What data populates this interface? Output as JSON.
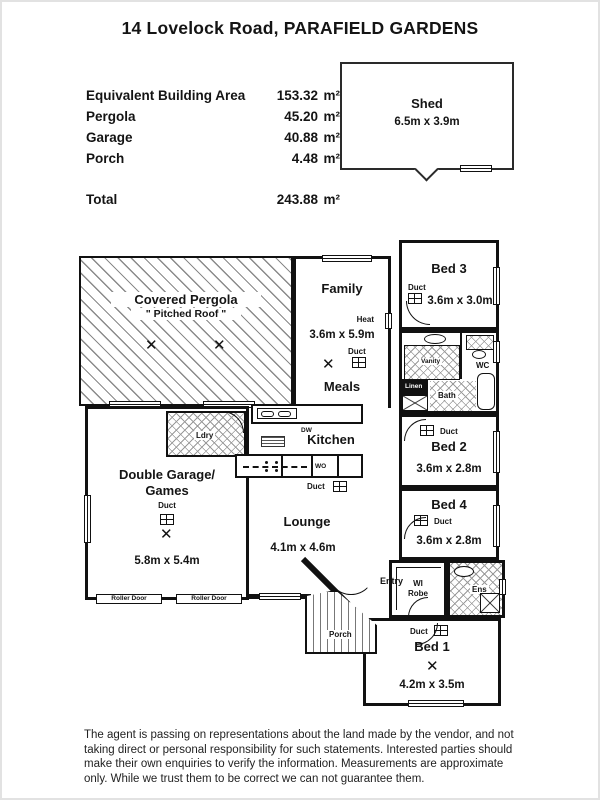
{
  "title": "14 Lovelock Road, PARAFIELD GARDENS",
  "area_table": {
    "rows": [
      {
        "label": "Equivalent Building Area",
        "value": "153.32",
        "unit": "m²"
      },
      {
        "label": "Pergola",
        "value": "45.20",
        "unit": "m²"
      },
      {
        "label": "Garage",
        "value": "40.88",
        "unit": "m²"
      },
      {
        "label": "Porch",
        "value": "4.48",
        "unit": "m²"
      }
    ],
    "total_label": "Total",
    "total_value": "243.88",
    "total_unit": "m²"
  },
  "shed": {
    "name": "Shed",
    "dims": "6.5m x 3.9m"
  },
  "rooms": {
    "pergola": {
      "name": "Covered Pergola",
      "subtitle": "\" Pitched Roof \""
    },
    "family": {
      "name": "Family",
      "dims": "3.6m x 5.9m"
    },
    "meals": {
      "name": "Meals"
    },
    "bed3": {
      "name": "Bed 3",
      "dims": "3.6m x 3.0m"
    },
    "bed2": {
      "name": "Bed 2",
      "dims": "3.6m x 2.8m"
    },
    "bed4": {
      "name": "Bed 4",
      "dims": "3.6m x 2.8m"
    },
    "bed1": {
      "name": "Bed 1",
      "dims": "4.2m x 3.5m"
    },
    "garage": {
      "line1": "Double Garage/",
      "line2": "Games",
      "dims": "5.8m x 5.4m"
    },
    "lounge": {
      "name": "Lounge",
      "dims": "4.1m x 4.6m"
    },
    "kitchen": {
      "name": "Kitchen"
    },
    "ldry": {
      "name": "Ldry"
    },
    "vanity": {
      "name": "Vanity"
    },
    "wc": {
      "name": "WC"
    },
    "linen": {
      "name": "Linen"
    },
    "bath": {
      "name": "Bath"
    },
    "wirobe": {
      "line1": "WI",
      "line2": "Robe"
    },
    "ens": {
      "name": "Ens"
    },
    "entry": {
      "name": "Entry"
    },
    "porch": {
      "name": "Porch"
    }
  },
  "labels": {
    "duct": "Duct",
    "heat": "Heat",
    "dw": "DW",
    "wo": "WO",
    "roller_door": "Roller Door"
  },
  "icons": {
    "fan": "✕"
  },
  "colors": {
    "wall": "#111111",
    "paper": "#ffffff"
  },
  "disclaimer": "The agent is passing on representations about the land made by the vendor, and not taking direct or personal responsibility for such statements. Interested parties should make their own enquiries to verify the information. Measurements are approximate only. While we trust them to be correct we can not guarantee them."
}
